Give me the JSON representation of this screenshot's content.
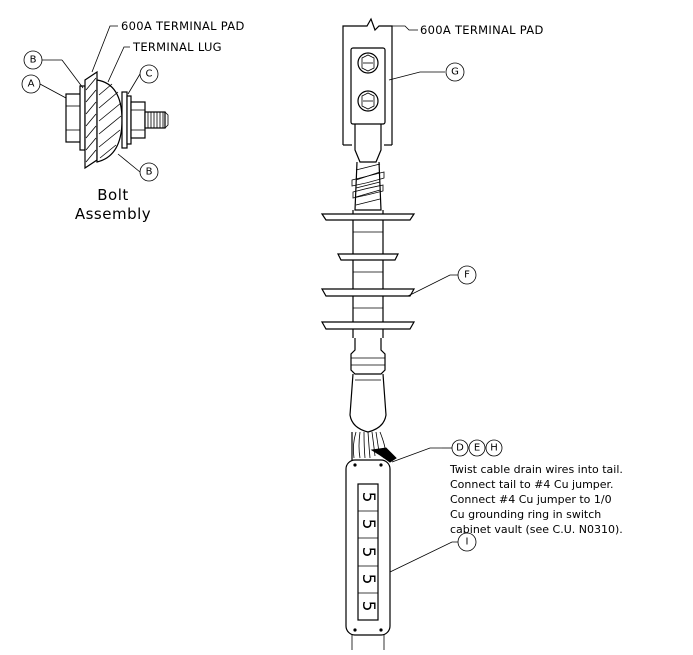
{
  "labels": {
    "terminal_pad_left": "600A TERMINAL PAD",
    "terminal_lug": "TERMINAL LUG",
    "terminal_pad_right": "600A TERMINAL PAD",
    "bolt_assembly_line1": "Bolt",
    "bolt_assembly_line2": "Assembly"
  },
  "callouts": {
    "A": "A",
    "B_top": "B",
    "B_bottom": "B",
    "C": "C",
    "D": "D",
    "E": "E",
    "F": "F",
    "G": "G",
    "H": "H",
    "I": "I"
  },
  "note": {
    "line1": "Twist cable drain wires into tail.",
    "line2": "Connect tail to #4 Cu jumper.",
    "line3": "Connect #4 Cu jumper to 1/0",
    "line4": "Cu grounding ring in switch",
    "line5": "cabinet vault (see C.U. N0310)."
  },
  "phase_marker_digits": [
    "5",
    "5",
    "5",
    "5",
    "5"
  ]
}
